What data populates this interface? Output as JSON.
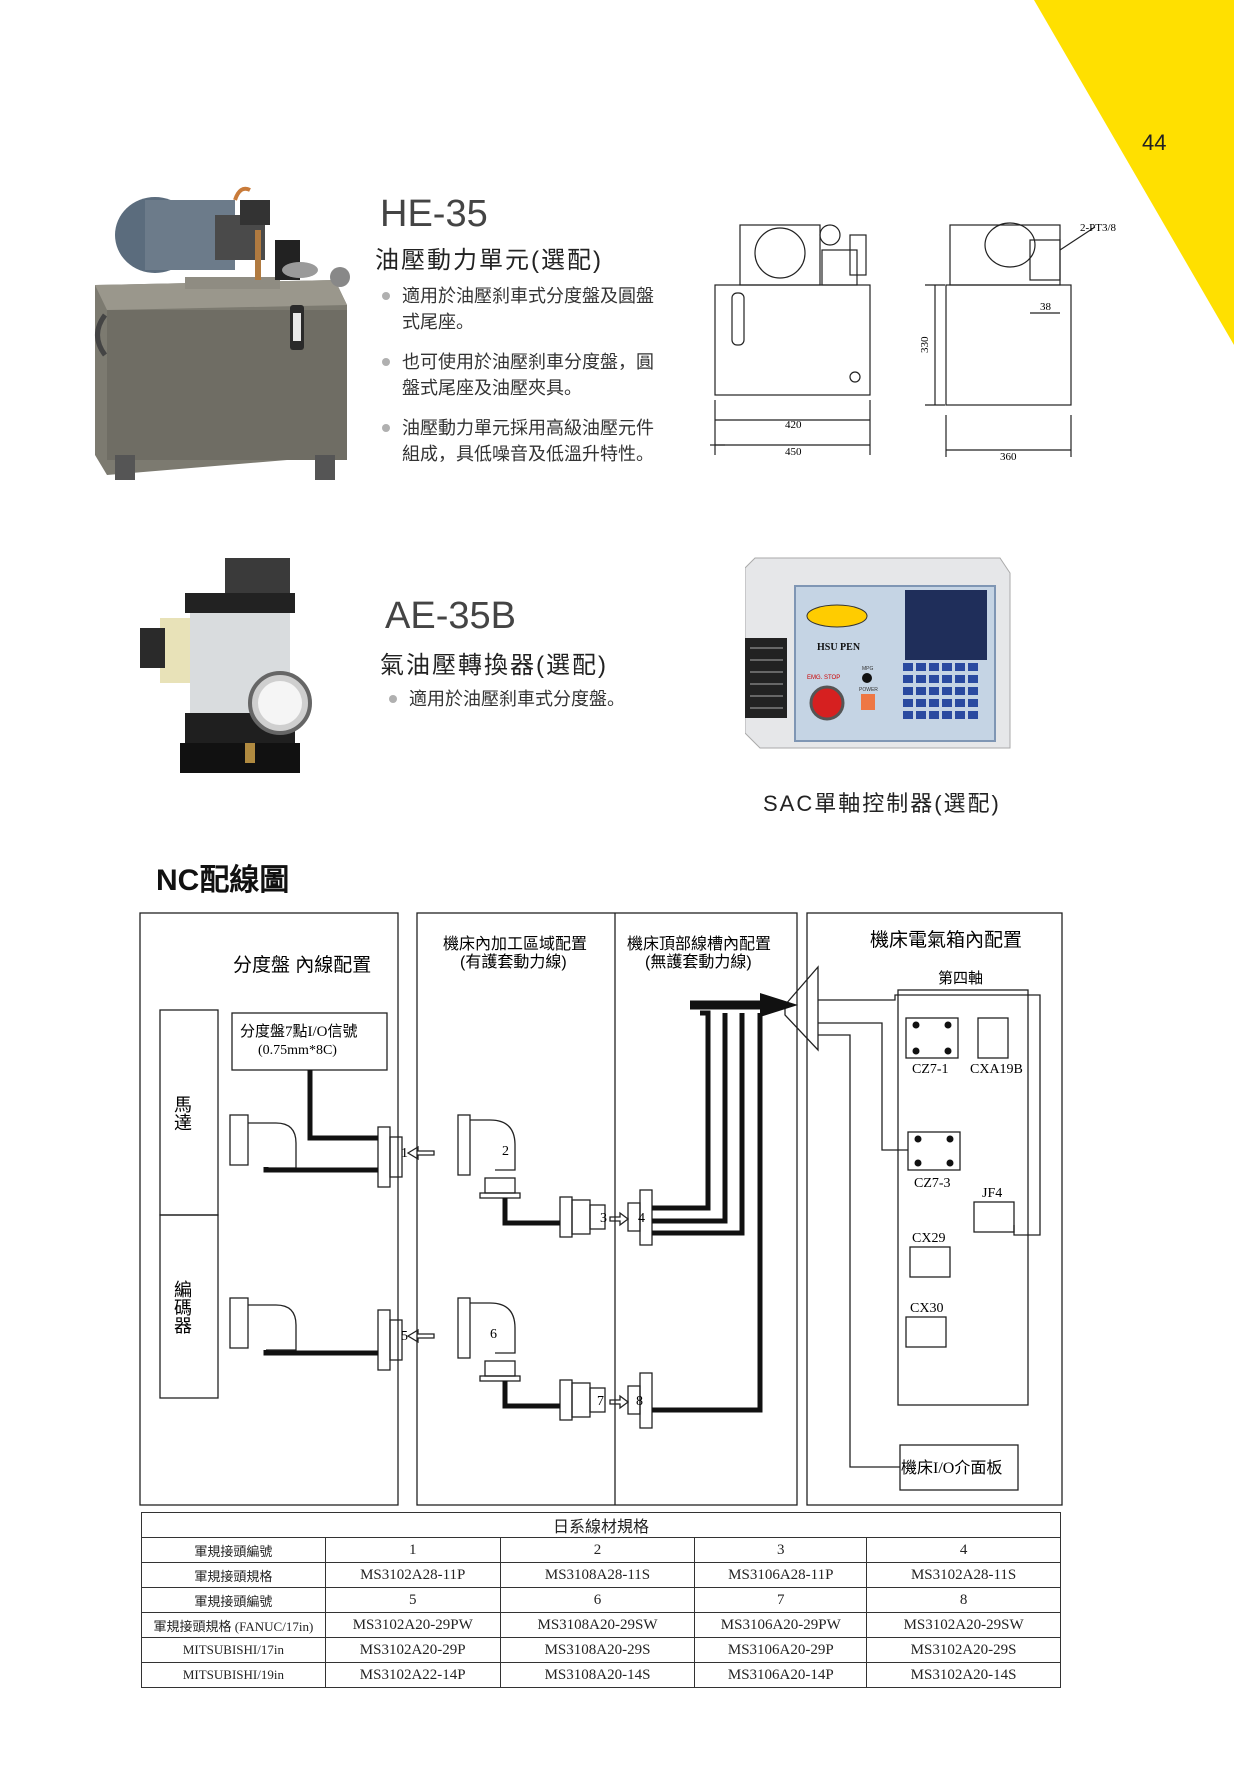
{
  "page_number": "44",
  "accent_color": "#FFE000",
  "he35": {
    "title": "HE-35",
    "subtitle": "油壓動力單元(選配)",
    "bullets": [
      {
        "l1": "適用於油壓刹車式分度盤及圓盤",
        "l2": "式尾座。"
      },
      {
        "l1": "也可使用於油壓刹車分度盤，圓",
        "l2": "盤式尾座及油壓夾具。"
      },
      {
        "l1": "油壓動力單元採用高級油壓元件",
        "l2": "組成，具低噪音及低溫升特性。"
      }
    ],
    "drawing": {
      "port": "2-PT3/8",
      "d420": "420",
      "d450": "450",
      "d330": "330",
      "d360": "360",
      "d38": "38"
    }
  },
  "ae35b": {
    "title": "AE-35B",
    "subtitle": "氣油壓轉換器(選配)",
    "bullets": [
      "適用於油壓刹車式分度盤。"
    ]
  },
  "sac": {
    "caption": "SAC單軸控制器(選配)",
    "brand": "HSU PEN",
    "emg": "EMG. STOP",
    "mpg": "MPG",
    "power": "POWER"
  },
  "nc": {
    "heading": "NC配線圖",
    "panel1_title": "分度盤 內線配置",
    "signal_l1": "分度盤7點I/O信號",
    "signal_l2": "(0.75mm*8C)",
    "motor": "馬達",
    "encoder": "編碼器",
    "panel2_l1": "機床內加工區域配置",
    "panel2_l2": "(有護套動力線)",
    "panel3_l1": "機床頂部線槽內配置",
    "panel3_l2": "(無護套動力線)",
    "panel4_title": "機床電氣箱內配置",
    "fourth_axis": "第四軸",
    "cz71": "CZ7-1",
    "cxa19b": "CXA19B",
    "cz73": "CZ7-3",
    "jf4": "JF4",
    "cx29": "CX29",
    "cx30": "CX30",
    "io_panel": "機床I/O介面板",
    "nums": [
      "1",
      "2",
      "3",
      "4",
      "5",
      "6",
      "7",
      "8"
    ]
  },
  "table": {
    "caption": "日系線材規格",
    "rows": [
      [
        "軍規接頭編號",
        "1",
        "2",
        "3",
        "4"
      ],
      [
        "軍規接頭規格",
        "MS3102A28-11P",
        "MS3108A28-11S",
        "MS3106A28-11P",
        "MS3102A28-11S"
      ],
      [
        "軍規接頭編號",
        "5",
        "6",
        "7",
        "8"
      ],
      [
        "軍規接頭規格 (FANUC/17in)",
        "MS3102A20-29PW",
        "MS3108A20-29SW",
        "MS3106A20-29PW",
        "MS3102A20-29SW"
      ],
      [
        "MITSUBISHI/17in",
        "MS3102A20-29P",
        "MS3108A20-29S",
        "MS3106A20-29P",
        "MS3102A20-29S"
      ],
      [
        "MITSUBISHI/19in",
        "MS3102A22-14P",
        "MS3108A20-14S",
        "MS3106A20-14P",
        "MS3102A20-14S"
      ]
    ]
  }
}
